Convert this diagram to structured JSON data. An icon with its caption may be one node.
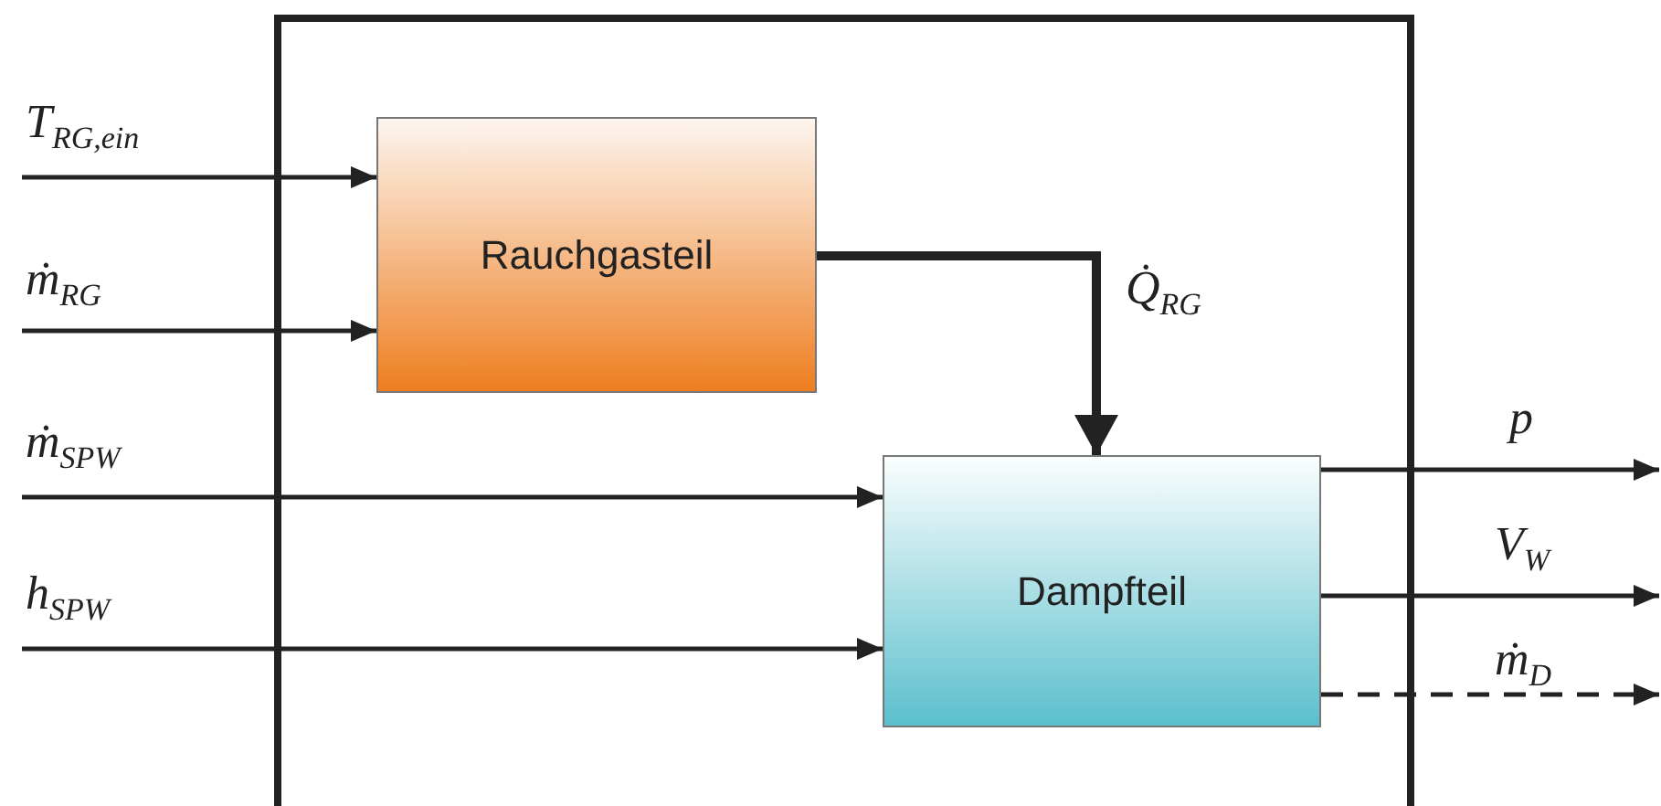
{
  "diagram": {
    "nodes": [
      {
        "text": [],
        "shape": "box"
      },
      {
        "text": [
          "Rauchgasteil"
        ],
        "in": 0
      },
      {
        "text": [
          "Dampfteil"
        ],
        "in": 0
      }
    ],
    "edges": [
      {
        "from": null,
        "to": 1,
        "arrow": "to",
        "label": "T$_{RG,ein}$"
      },
      {
        "from": null,
        "to": 1,
        "arrow": "to",
        "label": "ṁ$_{RG}$"
      },
      {
        "from": 1,
        "to": 2,
        "arrow": "to",
        "label": "Q̇$_{RG}$",
        "style": "thick"
      },
      {
        "from": null,
        "to": 2,
        "arrow": "to",
        "label": "ṁ$_{SPW}$"
      },
      {
        "from": null,
        "to": 2,
        "arrow": "to",
        "label": "h$_{SPW}$"
      },
      {
        "from": 2,
        "to": null,
        "arrow": "to",
        "label": "p"
      },
      {
        "from": 2,
        "to": null,
        "arrow": "to",
        "label": "V$_{W}$"
      },
      {
        "from": 2,
        "to": null,
        "arrow": "to",
        "label": "ṁ$_{D}$",
        "style": "dashed"
      }
    ]
  }
}
